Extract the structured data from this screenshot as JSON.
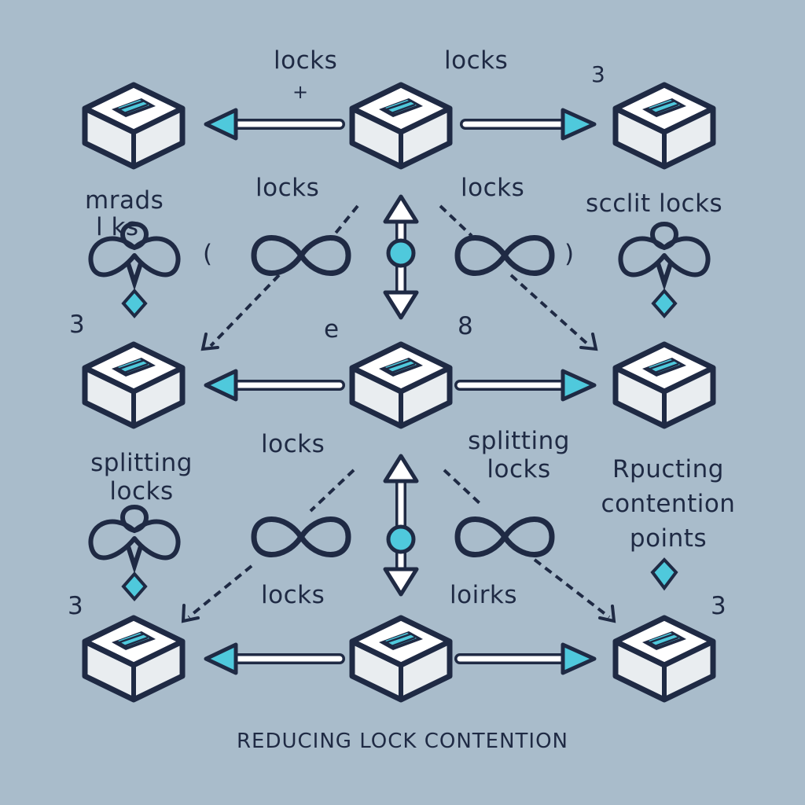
{
  "colors": {
    "background": "#a9bccb",
    "outline": "#1f2a44",
    "accent": "#4fc9dc",
    "block_top": "#ffffff",
    "block_side": "#e9edf0"
  },
  "labels": {
    "top_left_locks": "locks",
    "top_right_locks": "locks",
    "top_plus": "+",
    "corner_tr": "3",
    "mid_locks_left": "locks",
    "mid_locks_right": "locks",
    "threads_line1": "mrads",
    "threads_line2": "l ks",
    "split_locks_top": "scclit locks",
    "left_num": "3",
    "center_num_left": "e",
    "center_num_right": "8",
    "splitting_left_line1": "splitting",
    "splitting_left_line2": "locks",
    "center_locks": "locks",
    "splitting_center_line1": "splitting",
    "splitting_center_line2": "locks",
    "reducing_line1": "Rpucting",
    "reducing_line2": "contention",
    "reducing_line3": "points",
    "bottom_left_num": "3",
    "bottom_right_num": "3",
    "bottom_locks_left": "locks",
    "bottom_locks_right": "loirks",
    "loop_left_paren": "(",
    "loop_right_paren": ")"
  },
  "caption": "REDUCING LOCK CONTENTION",
  "icons": [
    "server-block-icon",
    "arrow-icon",
    "loop-icon",
    "knot-icon",
    "diamond-icon",
    "node-icon"
  ]
}
